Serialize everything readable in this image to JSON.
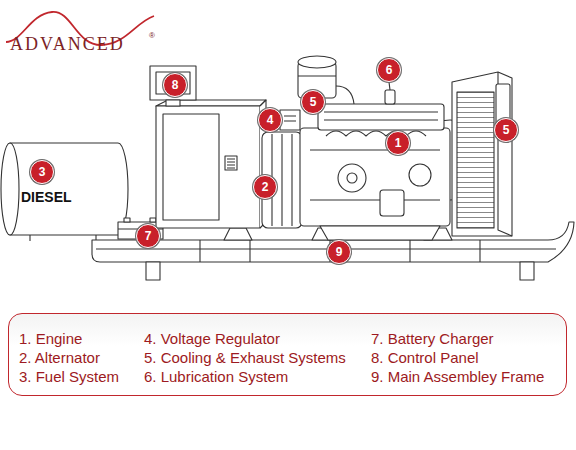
{
  "diagram": {
    "nodes": [
      {
        "text": [
          "8"
        ]
      },
      {
        "text": [
          "6"
        ]
      },
      {
        "text": [
          "5"
        ]
      },
      {
        "text": [
          "4"
        ]
      },
      {
        "text": [
          "5"
        ]
      },
      {
        "text": [
          "1"
        ]
      },
      {
        "text": [
          "3"
        ]
      },
      {
        "text": [
          "2"
        ]
      },
      {
        "text": [
          "7"
        ]
      },
      {
        "text": [
          "9"
        ]
      },
      {
        "text": [
          "1. Engine",
          "2. Alternator",
          "3. Fuel System",
          "4. Voltage Regulator",
          "5. Cooling & Exhaust Systems",
          "6. Lubrication System",
          "7. Battery Charger",
          "8. Control Panel",
          "9. Main Assembley Frame"
        ]
      }
    ],
    "labels": [
      "ADVANCED",
      "®",
      "DIESEL"
    ]
  }
}
